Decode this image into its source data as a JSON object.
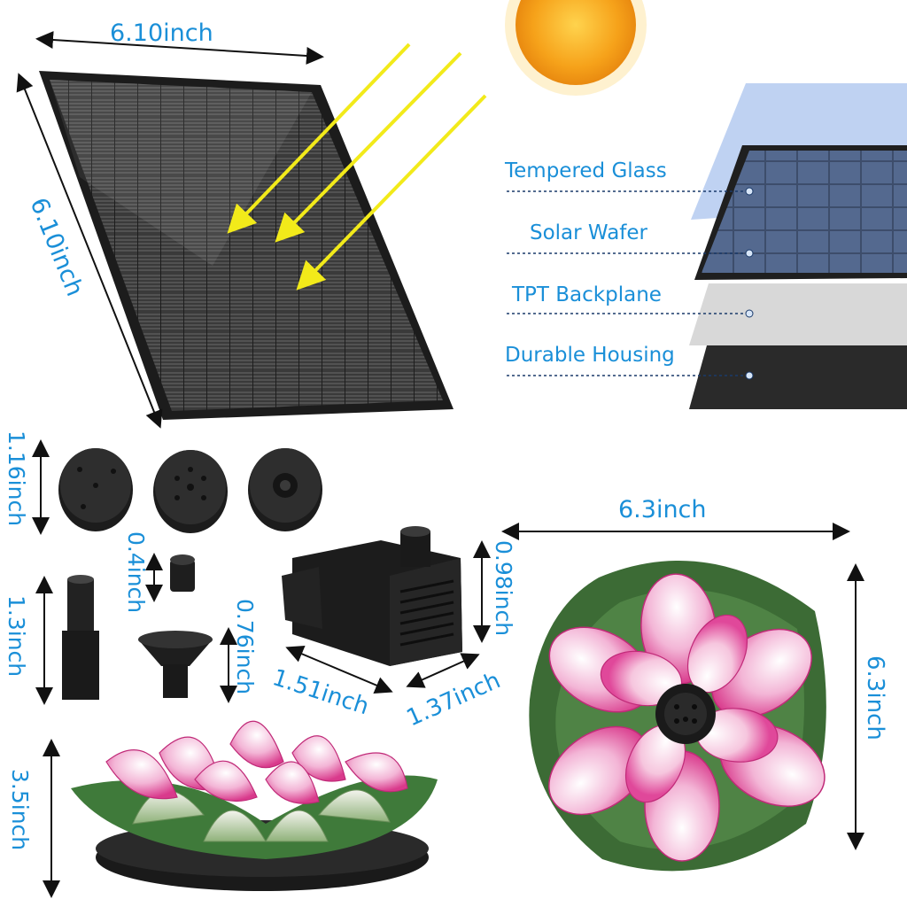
{
  "dimensions": {
    "panel_width": "6.10inch",
    "panel_height": "6.10inch",
    "nozzle_height": "1.16inch",
    "small_nozzle": "0.4inch",
    "extension_tube": "1.3inch",
    "cup_nozzle": "0.76inch",
    "pump_height": "0.98inch",
    "pump_length": "1.51inch",
    "pump_width": "1.37inch",
    "lotus_width": "6.3inch",
    "lotus_depth": "6.3inch",
    "lotus_height": "3.5inch"
  },
  "layers": [
    {
      "label": "Tempered Glass"
    },
    {
      "label": "Solar Wafer"
    },
    {
      "label": "TPT Backplane"
    },
    {
      "label": "Durable Housing"
    }
  ],
  "colors": {
    "accent": "#1a8fd8",
    "panel": "#2b2b2b",
    "sun": "#f6a21a",
    "arrow": "#f2ea1a",
    "lotus_pink": "#e0489a",
    "leaf": "#3c6b35"
  }
}
